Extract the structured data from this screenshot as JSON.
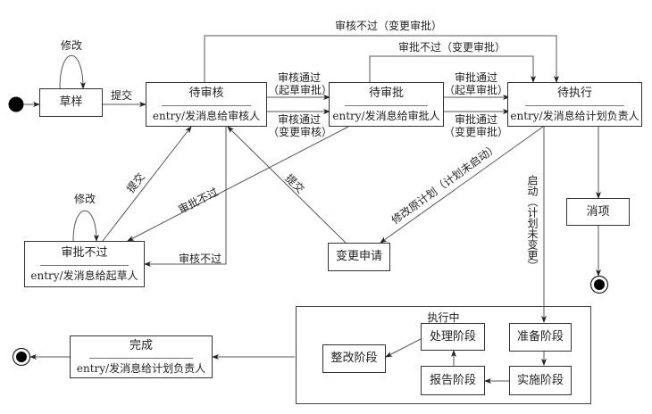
{
  "diagram": {
    "type": "state-machine",
    "states": {
      "draft": {
        "name": "草样"
      },
      "pending_review": {
        "name": "待审核",
        "entry": "entry/发消息给审核人"
      },
      "pending_approval": {
        "name": "待审批",
        "entry": "entry/发消息给审批人"
      },
      "pending_execution": {
        "name": "待执行",
        "entry": "entry/发消息给计划负责人"
      },
      "rejected": {
        "name": "审批不过",
        "entry": "entry/发消息给起草人"
      },
      "change_request": {
        "name": "变更申请"
      },
      "cancelled": {
        "name": "消项"
      },
      "completed": {
        "name": "完成",
        "entry": "entry/发消息给计划负责人"
      },
      "executing": {
        "name": "执行中",
        "substates": {
          "preparation": "准备阶段",
          "implementation": "实施阶段",
          "reporting": "报告阶段",
          "processing": "处理阶段",
          "rectification": "整改阶段"
        }
      }
    },
    "transitions": {
      "draft_modify": "修改",
      "draft_submit": "提交",
      "review_pass_draft": [
        "审核通过",
        "（起草审批）"
      ],
      "review_pass_change": [
        "审核通过",
        "（变更审核）"
      ],
      "approve_pass_draft": [
        "审批通过",
        "（起草审批）"
      ],
      "approve_pass_change": [
        "审批通过",
        "（变更审批）"
      ],
      "review_fail_change": "审核不过（变更审批）",
      "approve_fail_change": "审批不过（变更审批）",
      "rejected_submit": "提交",
      "rejected_modify": "修改",
      "approve_fail": "审批不过",
      "review_fail": "审核不过",
      "change_submit": "提交",
      "modify_plan": "修改原计划（计划未启动）",
      "start": "启动（计划未变更）"
    }
  }
}
